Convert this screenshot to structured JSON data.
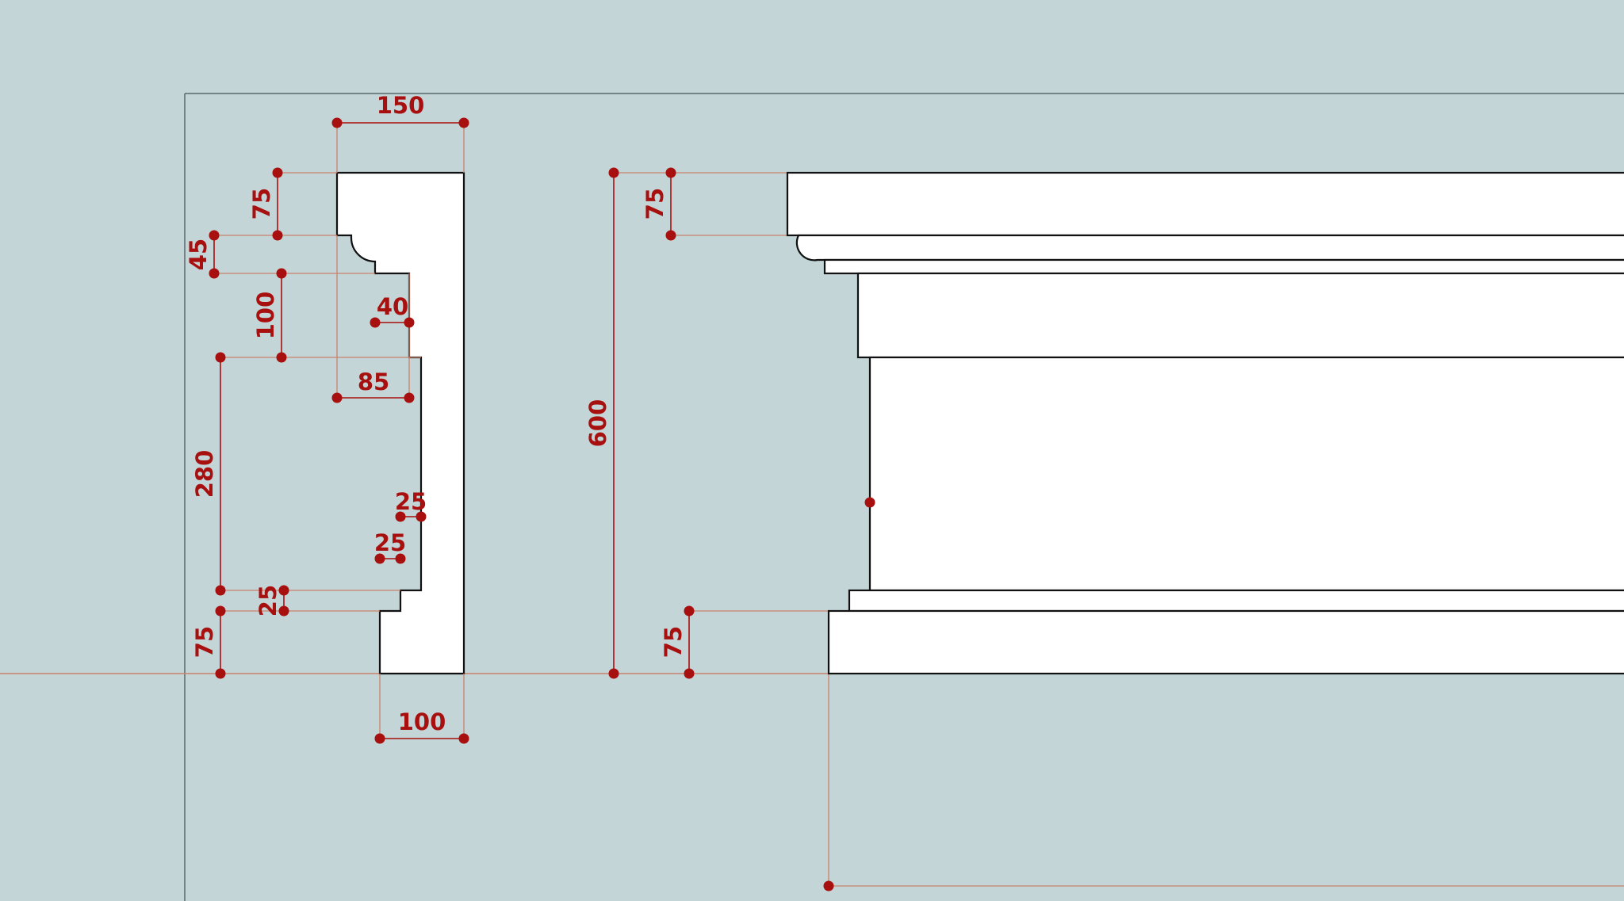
{
  "colors": {
    "background": "#c3d5d6",
    "outline": "#111111",
    "profile_fill": "#ffffff",
    "dimension": "#a80f0f",
    "extension_line": "#c9826b",
    "frame_line": "#5a6a6b"
  },
  "side_profile": {
    "dimensions": {
      "top_width": "150",
      "cap_height": "75",
      "ovolo_height": "45",
      "fascia_height": "100",
      "step_40": "40",
      "step_85": "85",
      "panel_height": "280",
      "step_25_upper": "25",
      "step_25_lower": "25",
      "small_height_25": "25",
      "base_height": "75",
      "bottom_width": "100"
    }
  },
  "front_elevation": {
    "dimensions": {
      "overall_height": "600",
      "top_height": "75",
      "bottom_height": "75"
    }
  }
}
